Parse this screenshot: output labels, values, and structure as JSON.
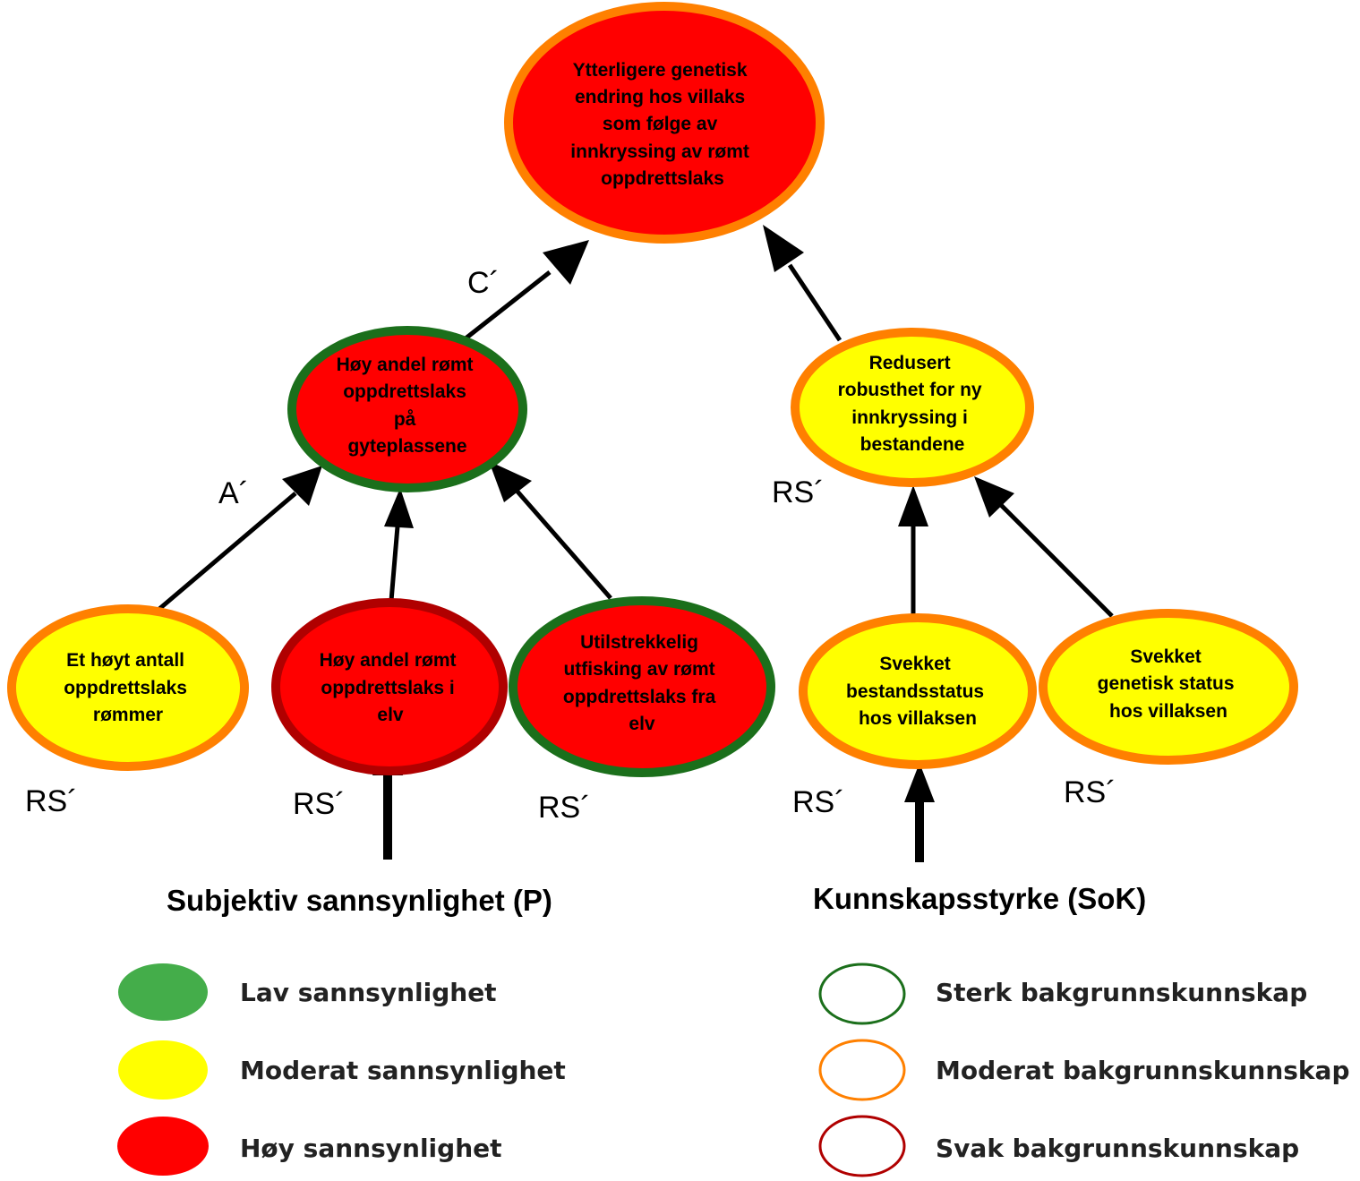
{
  "colors": {
    "high": "#ff0000",
    "moderate": "#ffff00",
    "low": "#44ad4a",
    "strong_border": "#1b6f1b",
    "moderate_border": "#ff8000",
    "weak_border": "#b00000"
  },
  "nodes": {
    "top": {
      "lines": [
        "Ytterligere genetisk",
        "endring hos villaks",
        "som følge av",
        "innkryssing av rømt",
        "oppdrettslaks"
      ]
    },
    "mid_left": {
      "lines": [
        "Høy andel rømt",
        "oppdrettslaks",
        "på",
        "gyteplassene"
      ]
    },
    "mid_right": {
      "lines": [
        "Redusert",
        "robusthet for ny",
        "innkryssing i",
        "bestandene"
      ]
    },
    "b1": {
      "lines": [
        "Et høyt antall",
        "oppdrettslaks",
        "rømmer"
      ]
    },
    "b2": {
      "lines": [
        "Høy andel rømt",
        "oppdrettslaks i",
        "elv"
      ]
    },
    "b3": {
      "lines": [
        "Utilstrekkelig",
        "utfisking av rømt",
        "oppdrettslaks fra",
        "elv"
      ]
    },
    "b4": {
      "lines": [
        "Svekket",
        "bestandsstatus",
        "hos villaksen"
      ]
    },
    "b5": {
      "lines": [
        "Svekket",
        "genetisk status",
        "hos villaksen"
      ]
    }
  },
  "labels": {
    "c_prime": "C´",
    "a_prime": "A´",
    "rs": "RS´"
  },
  "sections": {
    "probability": "Subjektiv sannsynlighet (P)",
    "knowledge": "Kunnskapsstyrke (SoK)"
  },
  "legend": {
    "low_probability": "Lav sannsynlighet",
    "moderate_probability": "Moderat sannsynlighet",
    "high_probability": "Høy sannsynlighet",
    "strong_knowledge": "Sterk bakgrunnskunnskap",
    "moderate_knowledge": "Moderat bakgrunnskunnskap",
    "weak_knowledge": "Svak bakgrunnskunnskap"
  }
}
